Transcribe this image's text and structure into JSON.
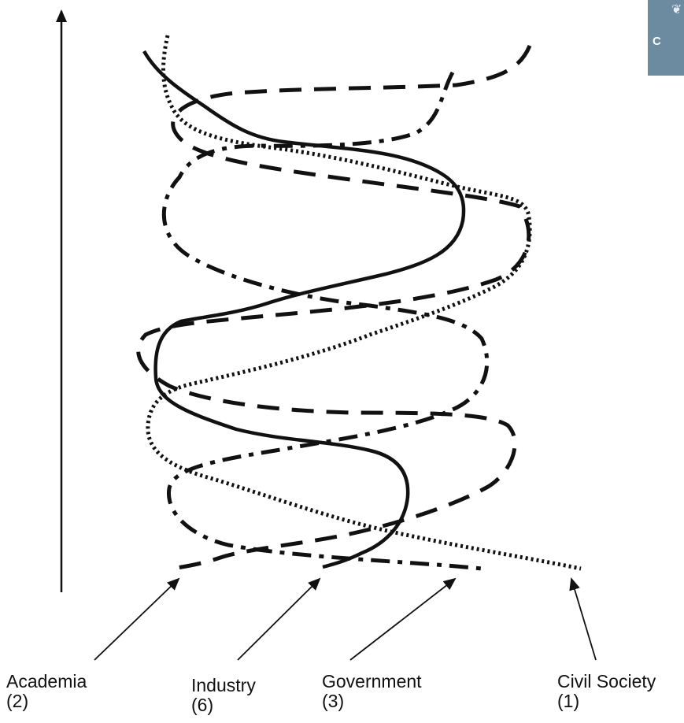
{
  "labels": {
    "academia": "Academia",
    "academia_count": "(2)",
    "industry": "Industry",
    "industry_count": "(6)",
    "government": "Government",
    "government_count": "(3)",
    "civil_society": "Civil Society",
    "civil_society_count": "(1)"
  },
  "badge": {
    "text": "C",
    "color": "#6d8ba0",
    "icon": "crest-icon"
  },
  "line_styles": {
    "industry": "solid",
    "academia": "dashed",
    "government": "dash-dot",
    "civil_society": "dotted"
  }
}
